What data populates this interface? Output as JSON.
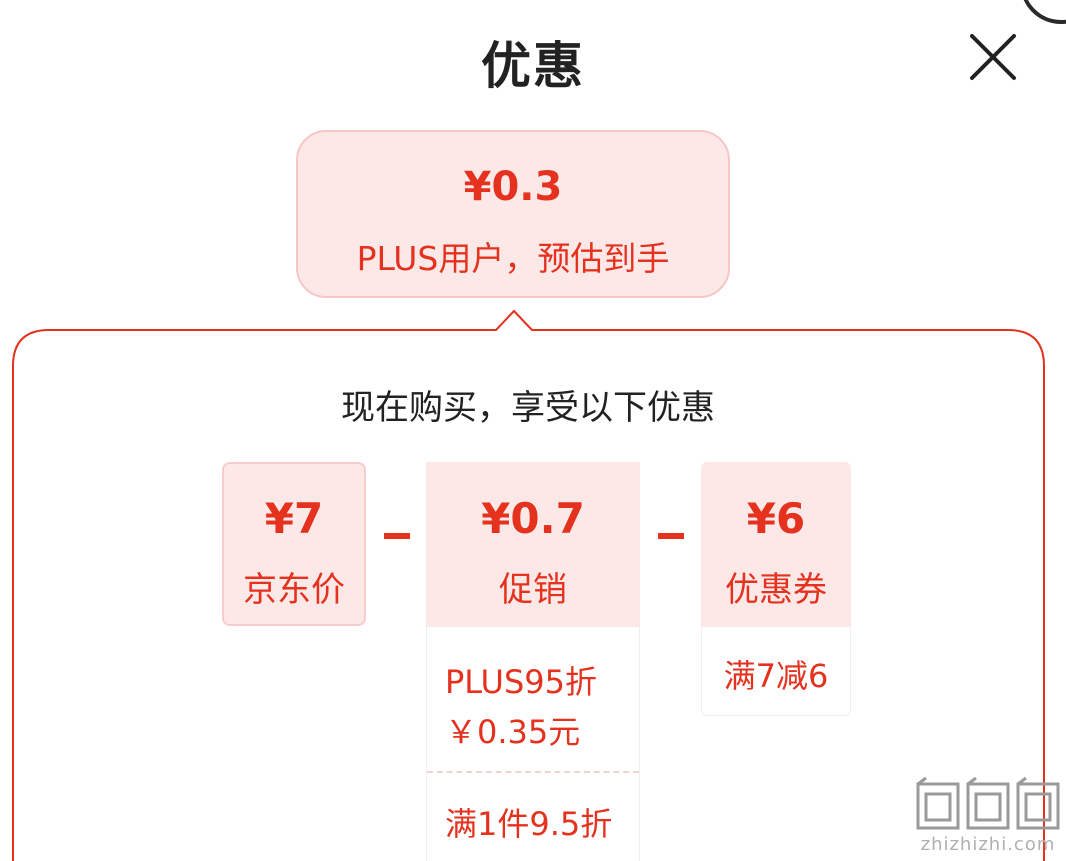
{
  "header": {
    "title": "优惠",
    "close_icon": "close-icon"
  },
  "summary": {
    "price": "¥0.3",
    "label": "PLUS用户，预估到手"
  },
  "panel": {
    "heading": "现在购买，享受以下优惠"
  },
  "breakdown": {
    "operator": "minus-icon",
    "items": [
      {
        "value": "¥7",
        "label": "京东价"
      },
      {
        "value": "¥0.7",
        "label": "促销",
        "details": [
          "PLUS95折",
          "￥0.35元",
          "满1件9.5折"
        ]
      },
      {
        "value": "¥6",
        "label": "优惠券",
        "details": [
          "满7减6"
        ]
      }
    ]
  },
  "watermark": {
    "text": "zhizhizhi.com"
  },
  "colors": {
    "accent": "#e4321f",
    "card_bg": "#fde8e8",
    "card_border": "#f6c7c7",
    "panel_border": "#e4321f",
    "title": "#222222"
  }
}
